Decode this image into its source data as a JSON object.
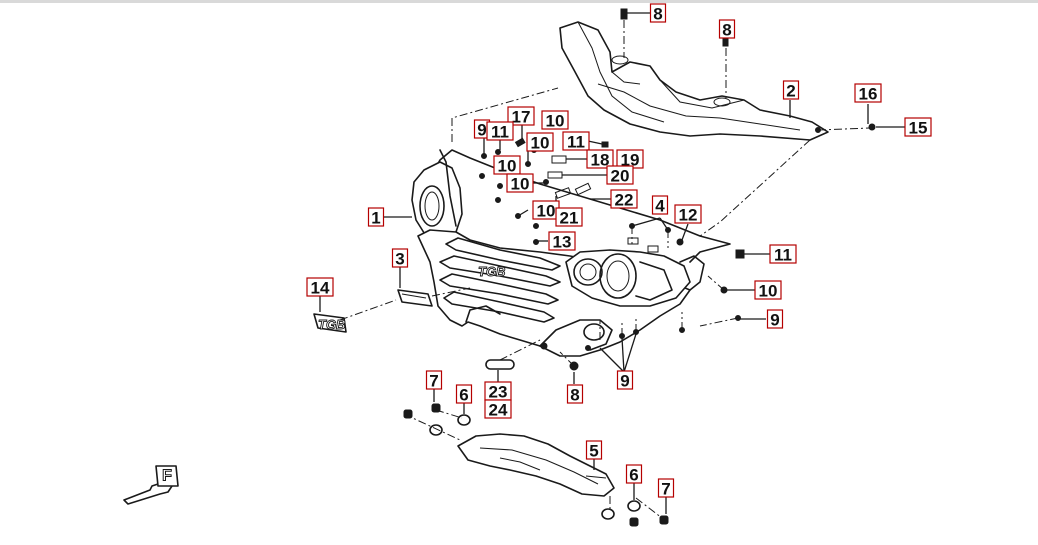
{
  "diagram": {
    "emblem_labels": {
      "front": "TGB",
      "lower": "TGB"
    },
    "direction_arrow": {
      "letter": "F"
    },
    "callouts": [
      {
        "id": "c8a",
        "label": "8"
      },
      {
        "id": "c8b",
        "label": "8"
      },
      {
        "id": "c2",
        "label": "2"
      },
      {
        "id": "c16",
        "label": "16"
      },
      {
        "id": "c15",
        "label": "15"
      },
      {
        "id": "c17",
        "label": "17"
      },
      {
        "id": "c9a",
        "label": "9"
      },
      {
        "id": "c11a",
        "label": "11"
      },
      {
        "id": "c10a",
        "label": "10"
      },
      {
        "id": "c10b",
        "label": "10"
      },
      {
        "id": "c11b",
        "label": "11"
      },
      {
        "id": "c10c",
        "label": "10"
      },
      {
        "id": "c18",
        "label": "18"
      },
      {
        "id": "c19",
        "label": "19"
      },
      {
        "id": "c20",
        "label": "20"
      },
      {
        "id": "c10d",
        "label": "10"
      },
      {
        "id": "c22",
        "label": "22"
      },
      {
        "id": "c4",
        "label": "4"
      },
      {
        "id": "c12",
        "label": "12"
      },
      {
        "id": "c1",
        "label": "1"
      },
      {
        "id": "c10e",
        "label": "10"
      },
      {
        "id": "c21",
        "label": "21"
      },
      {
        "id": "c13",
        "label": "13"
      },
      {
        "id": "c11c",
        "label": "11"
      },
      {
        "id": "c10f",
        "label": "10"
      },
      {
        "id": "c3",
        "label": "3"
      },
      {
        "id": "c14",
        "label": "14"
      },
      {
        "id": "c9b",
        "label": "9"
      },
      {
        "id": "c23",
        "label": "23"
      },
      {
        "id": "c24",
        "label": "24"
      },
      {
        "id": "c8c",
        "label": "8"
      },
      {
        "id": "c9c",
        "label": "9"
      },
      {
        "id": "c7a",
        "label": "7"
      },
      {
        "id": "c6a",
        "label": "6"
      },
      {
        "id": "c5",
        "label": "5"
      },
      {
        "id": "c6b",
        "label": "6"
      },
      {
        "id": "c7b",
        "label": "7"
      }
    ]
  }
}
